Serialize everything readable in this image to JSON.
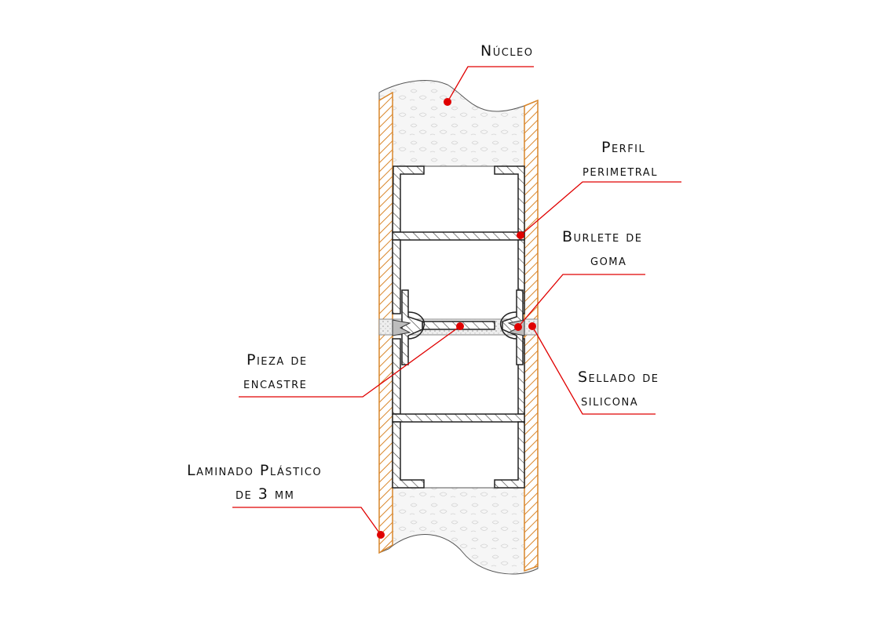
{
  "diagram": {
    "labels": {
      "nucleo": "Núcleo",
      "perfil_1": "Perfil",
      "perfil_2": "perimetral",
      "burlete_1": "Burlete de",
      "burlete_2": "goma",
      "pieza_1": "Pieza de",
      "pieza_2": "encastre",
      "sellado_1": "Sellado de",
      "sellado_2": "silicona",
      "laminado_1": "Laminado Plástico",
      "laminado_2": "de 3 mm"
    },
    "colors": {
      "laminate": "#d9862a",
      "leader": "#e00000",
      "outline": "#222222",
      "core_fill": "#f6f6f6",
      "background": "#ffffff"
    }
  }
}
